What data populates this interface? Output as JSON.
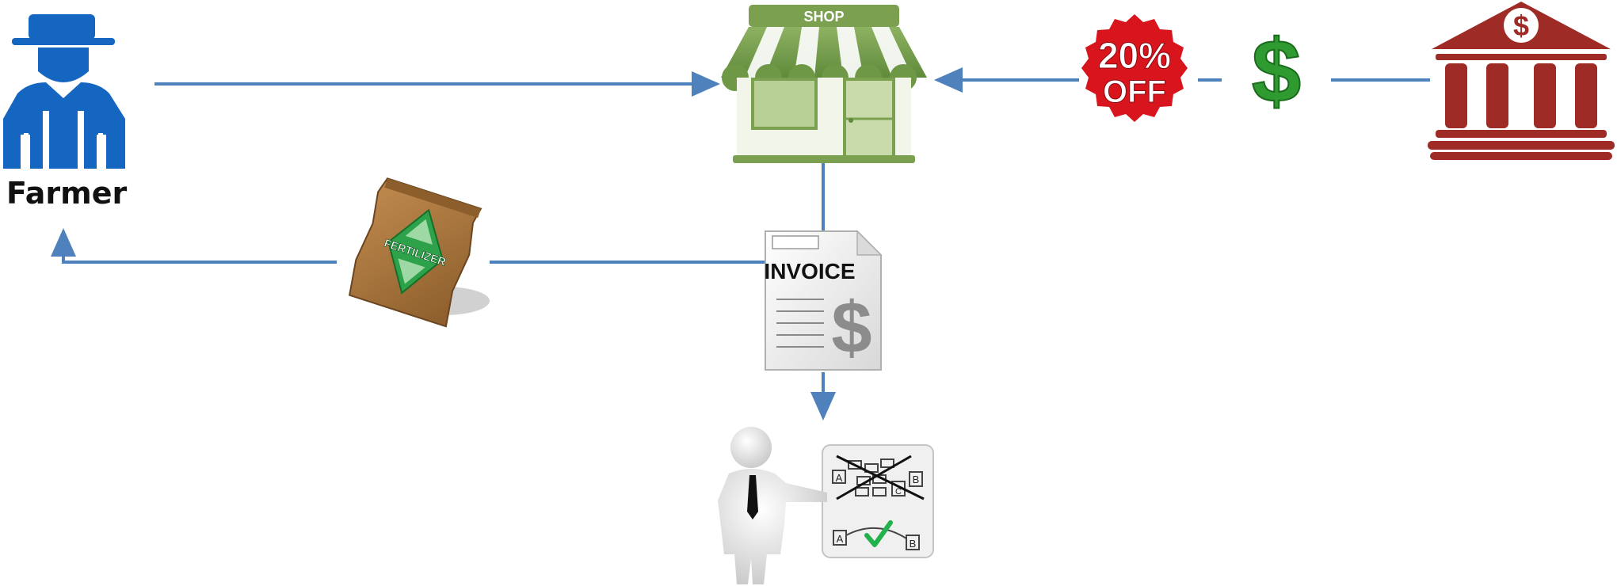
{
  "farmer": {
    "label": "Farmer",
    "icon": "farmer-icon",
    "color": "#1566C0"
  },
  "shop": {
    "sign_text": "SHOP",
    "icon": "shop-icon",
    "color": "#7AA050"
  },
  "discount": {
    "line1": "20%",
    "line2": "OFF",
    "icon": "discount-badge-icon",
    "color": "#D8141C"
  },
  "money": {
    "symbol": "$",
    "icon": "dollar-icon",
    "color": "#2E9A30"
  },
  "bank": {
    "symbol": "$",
    "icon": "bank-icon",
    "color": "#9E2B25"
  },
  "invoice": {
    "title": "INVOICE",
    "symbol": "$",
    "icon": "invoice-icon"
  },
  "fertilizer": {
    "text": "FERTILIZER",
    "icon": "fertilizer-bag-icon",
    "color": "#A8743A"
  },
  "consultant": {
    "icon": "consultant-icon",
    "board_labels": [
      "A",
      "B",
      "C",
      "A",
      "B"
    ],
    "check_color": "#22B14C"
  },
  "arrows": {
    "color": "#4F81BD"
  }
}
